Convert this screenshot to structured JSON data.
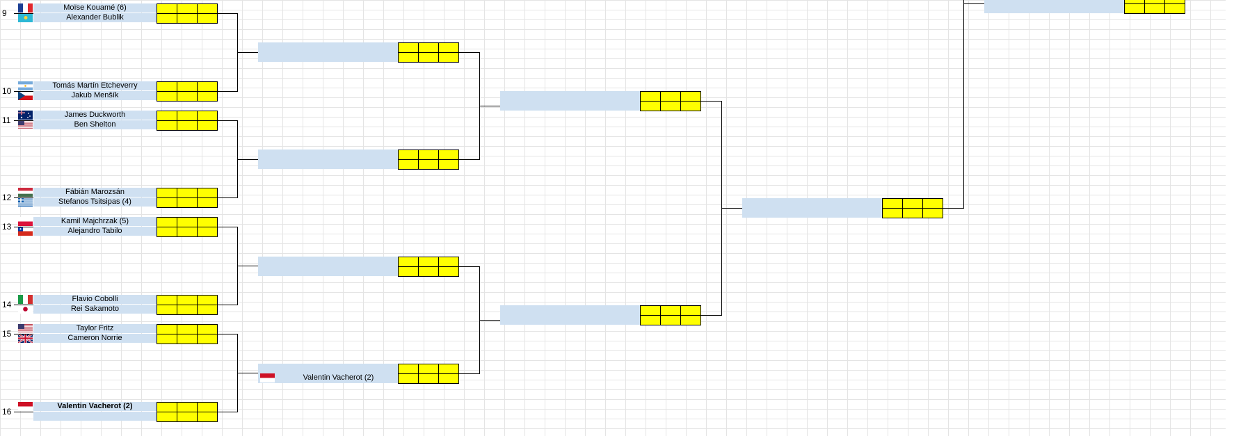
{
  "sheet": {
    "rows": [
      {
        "seed": "9",
        "players": [
          {
            "name": "Moïse Kouamé (6)",
            "flag": "fr",
            "bold": false
          },
          {
            "name": "Alexander Bublik",
            "flag": "kz",
            "bold": false
          }
        ]
      },
      {
        "seed": "10",
        "players": [
          {
            "name": "Tomás Martín Etcheverry",
            "flag": "ar",
            "bold": false
          },
          {
            "name": "Jakub Menšík",
            "flag": "cz",
            "bold": false
          }
        ]
      },
      {
        "seed": "11",
        "players": [
          {
            "name": "James Duckworth",
            "flag": "au",
            "bold": false
          },
          {
            "name": "Ben Shelton",
            "flag": "us",
            "bold": false
          }
        ]
      },
      {
        "seed": "12",
        "players": [
          {
            "name": "Fábián Marozsán",
            "flag": "hu",
            "bold": false
          },
          {
            "name": "Stefanos Tsitsipas (4)",
            "flag": "gr",
            "bold": false
          }
        ]
      },
      {
        "seed": "13",
        "players": [
          {
            "name": "Kamil Majchrzak (5)",
            "flag": "pl",
            "bold": false
          },
          {
            "name": "Alejandro Tabilo",
            "flag": "cl",
            "bold": false
          }
        ]
      },
      {
        "seed": "14",
        "players": [
          {
            "name": "Flavio Cobolli",
            "flag": "it",
            "bold": false
          },
          {
            "name": "Rei Sakamoto",
            "flag": "jp",
            "bold": false
          }
        ]
      },
      {
        "seed": "15",
        "players": [
          {
            "name": "Taylor Fritz",
            "flag": "us",
            "bold": false
          },
          {
            "name": "Cameron Norrie",
            "flag": "gb",
            "bold": false
          }
        ]
      },
      {
        "seed": "16",
        "players": [
          {
            "name": "Valentin Vacherot (2)",
            "flag": "mc",
            "bold": true
          },
          {
            "name": "",
            "flag": "",
            "bold": false
          }
        ]
      }
    ],
    "advanced": {
      "name": "Valentin Vacherot (2)",
      "flag": "mc"
    }
  },
  "colors": {
    "name_fill": "#cfe0f1",
    "score_fill": "#ffff00",
    "gridline": "#e4e4e4"
  }
}
